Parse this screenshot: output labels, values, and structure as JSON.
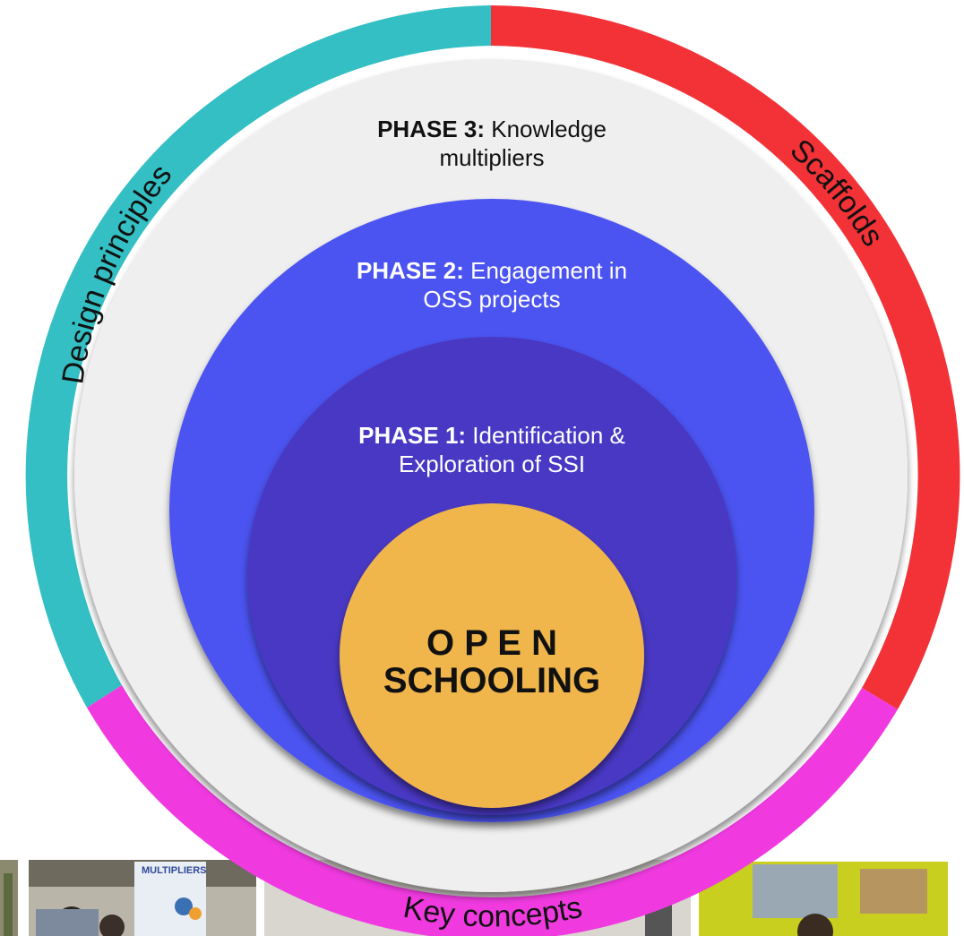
{
  "ring": {
    "design_label": "Design principles",
    "scaffolds_label": "Scaffolds",
    "key_label": "Key concepts",
    "colors": {
      "design": "#33bfc3",
      "scaffolds": "#f23237",
      "key": "#f03ae0"
    }
  },
  "phase3": {
    "bold": "PHASE 3:",
    "line1": "Knowledge",
    "line2": "multipliers",
    "fill": "#efefef"
  },
  "phase2": {
    "bold": "PHASE 2:",
    "line1": "Engagement in",
    "line2": "OSS projects",
    "fill": "#4b53f0"
  },
  "phase1": {
    "bold": "PHASE 1:",
    "line1": "Identification &",
    "line2": "Exploration of SSI",
    "fill": "#4838c3"
  },
  "core": {
    "line1": "O P E N",
    "line2": "SCHOOLING",
    "fill": "#f0b54b"
  },
  "photos": {
    "poster_title": "MULTIPLIERS",
    "items": [
      {
        "name": "photo-plant",
        "desc": "plant"
      },
      {
        "name": "photo-exhibition",
        "desc": "exhibition"
      },
      {
        "name": "photo-classroom",
        "desc": "classroom"
      },
      {
        "name": "photo-lab",
        "desc": "lab"
      }
    ]
  }
}
